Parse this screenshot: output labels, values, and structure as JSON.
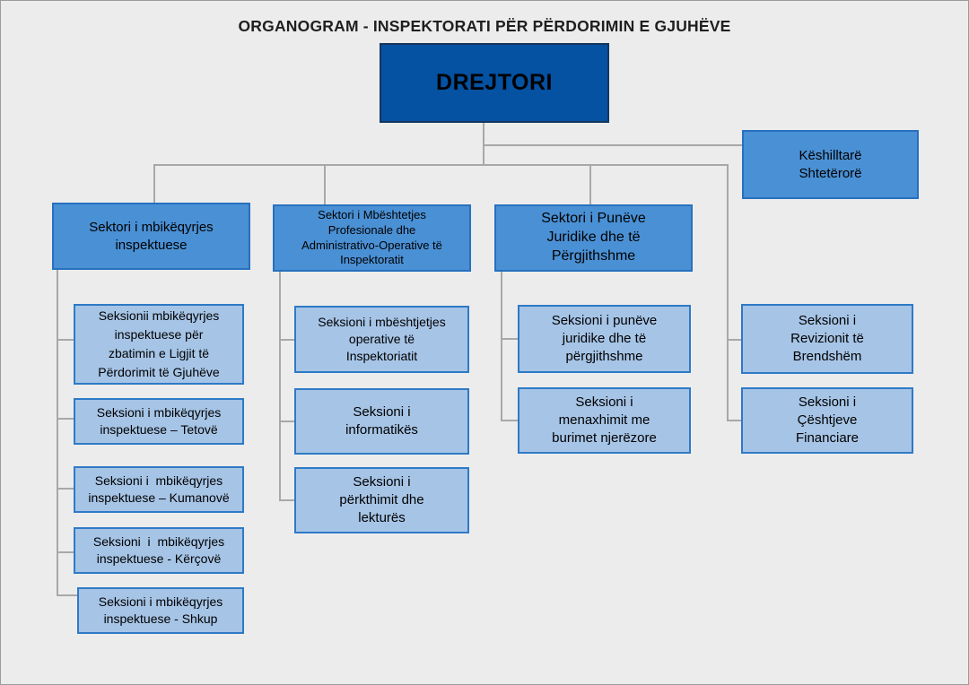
{
  "title": "ORGANOGRAM - INSPEKTORATI PËR PËRDORIMIN E GJUHËVE",
  "colors": {
    "background": "#ececec",
    "line": "#a8a8a8",
    "text": "#000000",
    "title_color": "#1f1f1f",
    "director_fill": "#0551a2",
    "director_border": "#16365d",
    "sector_fill": "#4a90d4",
    "sector_border": "#2770bf",
    "section_fill": "#a6c4e6",
    "section_border": "#2e7ac6"
  },
  "nodes": {
    "director": "DREJTORI",
    "advisor": "Këshilltarë\nShtetërorë",
    "sector1": "Sektori i mbikëqyrjes\ninspektuese",
    "sector2": "Sektori i Mbështetjes\nProfesionale dhe\nAdministrativo-Operative të\nInspektoratit",
    "sector3": "Sektori i Punëve\nJuridike dhe të\nPërgjithshme",
    "col1": [
      "Seksionii mbikëqyrjes\ninspektuese për\nzbatimin e Ligjit të\nPërdorimit të Gjuhëve",
      "Seksioni i mbikëqyrjes\ninspektuese – Tetovë",
      "Seksioni i  mbikëqyrjes\ninspektuese – Kumanovë",
      "Seksioni  i  mbikëqyrjes\ninspektuese - Kërçovë",
      "Seksioni i mbikëqyrjes\ninspektuese - Shkup"
    ],
    "col2": [
      "Seksioni i mbështjetjes\noperative të\nInspektoriatit",
      "Seksioni i\ninformatikës",
      "Seksioni i\npërkthimit dhe\nlekturës"
    ],
    "col3": [
      "Seksioni i punëve\njuridike dhe të\npërgjithshme",
      "Seksioni i\nmenaxhimit me\nburimet njerëzore"
    ],
    "col4": [
      "Seksioni i\nRevizionit të\nBrendshëm",
      "Seksioni i\nÇështjeve\nFinanciare"
    ]
  }
}
